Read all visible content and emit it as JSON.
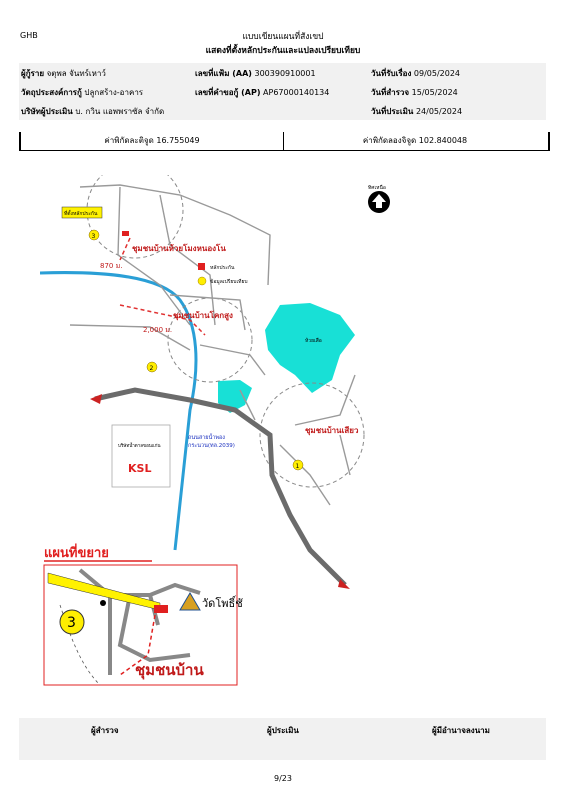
{
  "header": {
    "left": "GHB",
    "title_line1": "แบบเขียนแผนที่สังเขป",
    "title_line2": "แสดงที่ตั้งหลักประกันและแปลงเปรียบเทียบ"
  },
  "info": {
    "owner_label": "ผู้กู้ราย",
    "owner_value": "จตุพล จันทร์เหาว์",
    "file_label": "เลขที่แฟ้ม (AA)",
    "file_value": "300390910001",
    "received_label": "วันที่รับเรื่อง",
    "received_value": "09/05/2024",
    "purpose_label": "วัตถุประสงค์การกู้",
    "purpose_value": "ปลูกสร้าง-อาคาร",
    "request_label": "เลขที่คำขอกู้ (AP)",
    "request_value": "AP67000140134",
    "survey_label": "วันที่สำรวจ",
    "survey_value": "15/05/2024",
    "company_label": "บริษัทผู้ประเมิน",
    "company_value": "บ. กวิน แอพพราซัล จำกัด",
    "appraise_label": "วันที่ประเมิน",
    "appraise_value": "24/05/2024"
  },
  "coords": {
    "lat": "ค่าพิกัดละติจูด 16.755049",
    "lon": "ค่าพิกัดลองจิจูด 102.840048"
  },
  "map": {
    "north_label": "ทิศเหนือ",
    "community1": "ชุมชนบ้านห้วยโมงหนองโน",
    "community2": "ชุมชนบ้านโคกสูง",
    "community3": "ชุมชนบ้านเสียว",
    "dist1": "870 ม.",
    "dist2": "2,000 ม.",
    "legend1": "หลักประกัน",
    "legend2": "ข้อมูลเปรียบเทียบ",
    "asset_tag": "ที่ตั้งหลักประกัน",
    "road_label1": "ถนนสายน้ำพอง",
    "road_label2": "กระนวน(ทล.2039)",
    "lake_label": "ห้วยเสือ",
    "factory_name": "บริษัทน้ำตาลขอนแก่น",
    "factory_logo": "KSL",
    "marker1": "1",
    "marker2": "2",
    "marker3": "3",
    "zoom_title": "แผนที่ขยาย",
    "zoom_marker": "3",
    "zoom_temple": "วัดโพธิ์ชั",
    "zoom_community": "ชุมชนบ้าน"
  },
  "signatures": {
    "s1": "ผู้สำรวจ",
    "s2": "ผู้ประเมิน",
    "s3": "ผู้มีอำนาจลงนาม"
  },
  "page": "9/23"
}
